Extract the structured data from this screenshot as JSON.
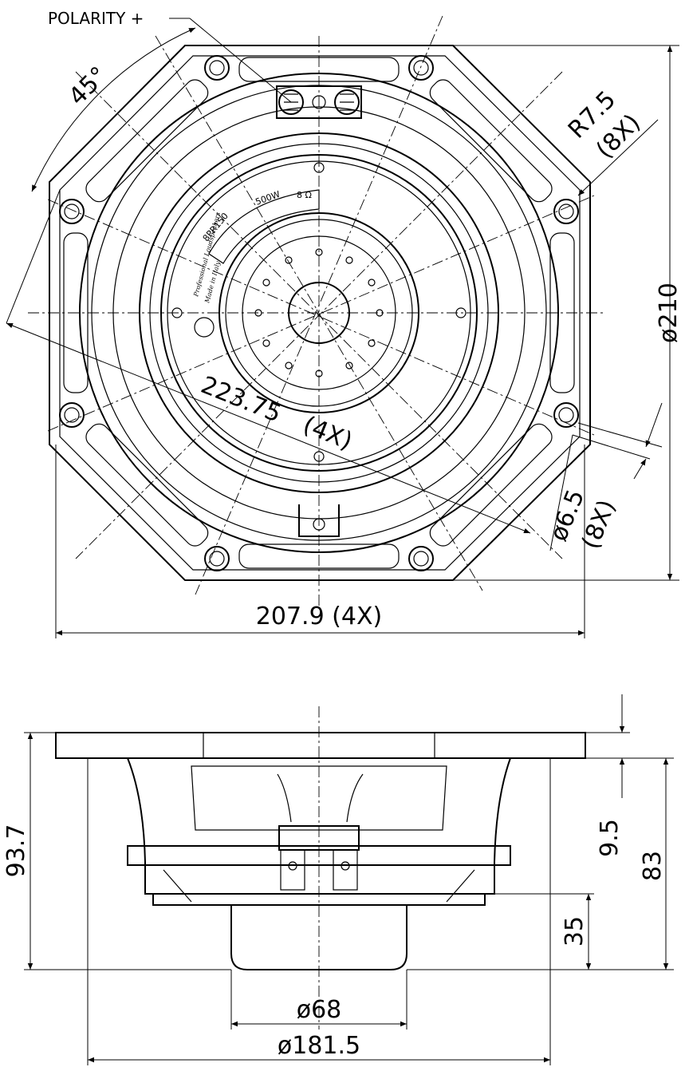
{
  "top_view": {
    "polarity_label": "POLARITY +",
    "angle_label": "45°",
    "radius_label": "R7.5",
    "radius_count": "(8X)",
    "diameter_label": "ø210",
    "diagonal_label": "223.75",
    "diagonal_count": "(4X)",
    "hole_label": "ø6.5",
    "hole_count": "(8X)",
    "width_label": "207.9  (4X)",
    "badge_model": "8PR150",
    "badge_power": "500W",
    "badge_impedance": "8 Ω",
    "badge_brand": "Professional Loudspeakers",
    "badge_origin": "Made in Italy"
  },
  "side_view": {
    "height_total_label": "93.7",
    "flange_label": "9.5",
    "height_body_label": "83",
    "magnet_height_label": "35",
    "magnet_diameter_label": "ø68",
    "body_diameter_label": "ø181.5"
  }
}
